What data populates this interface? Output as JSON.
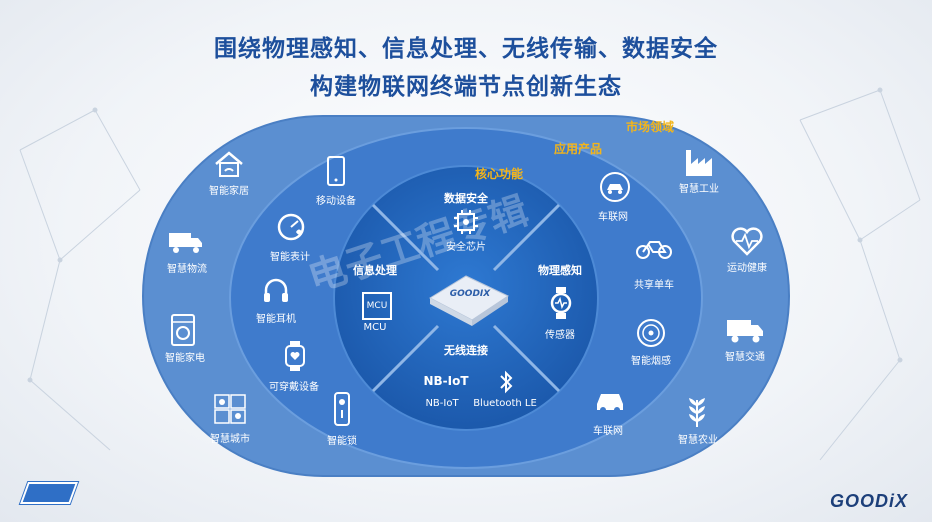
{
  "title": {
    "line1": "围绕物理感知、信息处理、无线传输、数据安全",
    "line2": "构建物联网终端节点创新生态"
  },
  "rings": {
    "market": "市场领域",
    "products": "应用产品",
    "core": "核心功能"
  },
  "core_functions": {
    "security": "数据安全",
    "security_sub": "安全芯片",
    "processing": "信息处理",
    "processing_sub": "MCU",
    "sensing": "物理感知",
    "sensing_sub": "传感器",
    "wireless": "无线连接",
    "nbiot": "NB-IoT",
    "ble": "Bluetooth LE",
    "chip_text": "GOODIX",
    "mcu_chip": "MCU"
  },
  "products": {
    "mobile": "移动设备",
    "meter": "智能表计",
    "headphone": "智能耳机",
    "wearable": "可穿戴设备",
    "lock": "智能锁",
    "car_top": "车联网",
    "bike": "共享单车",
    "smoke": "智能烟感",
    "car_bottom": "车联网"
  },
  "markets": {
    "home": "智能家居",
    "logistics": "智慧物流",
    "appliance": "智能家电",
    "city": "智慧城市",
    "industry": "智慧工业",
    "health": "运动健康",
    "traffic": "智慧交通",
    "agriculture": "智慧农业"
  },
  "watermark": "电子工程专辑",
  "brand": "GOODiX",
  "colors": {
    "outer": "#5b8fd1",
    "middle": "#3f7bcc",
    "inner": "#1f5fb4",
    "title": "#1d4f9c",
    "tag": "#f3b51a"
  }
}
